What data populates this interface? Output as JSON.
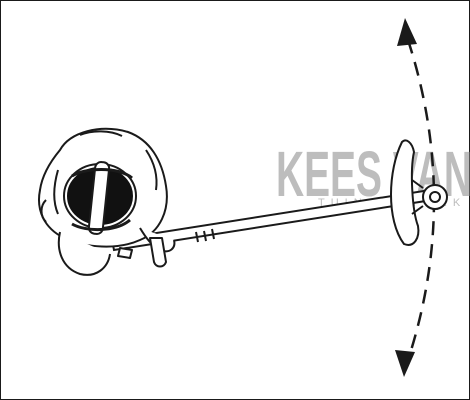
{
  "figure": {
    "description_icon": "brushcutter-operator-topview",
    "colors": {
      "line": "#1a1a1a",
      "fill": "#ffffff",
      "dark": "#111111",
      "watermark": "#bdbdbd"
    }
  },
  "watermark": {
    "main": "KEES VAN",
    "sub": "TUIN EN PARK"
  }
}
